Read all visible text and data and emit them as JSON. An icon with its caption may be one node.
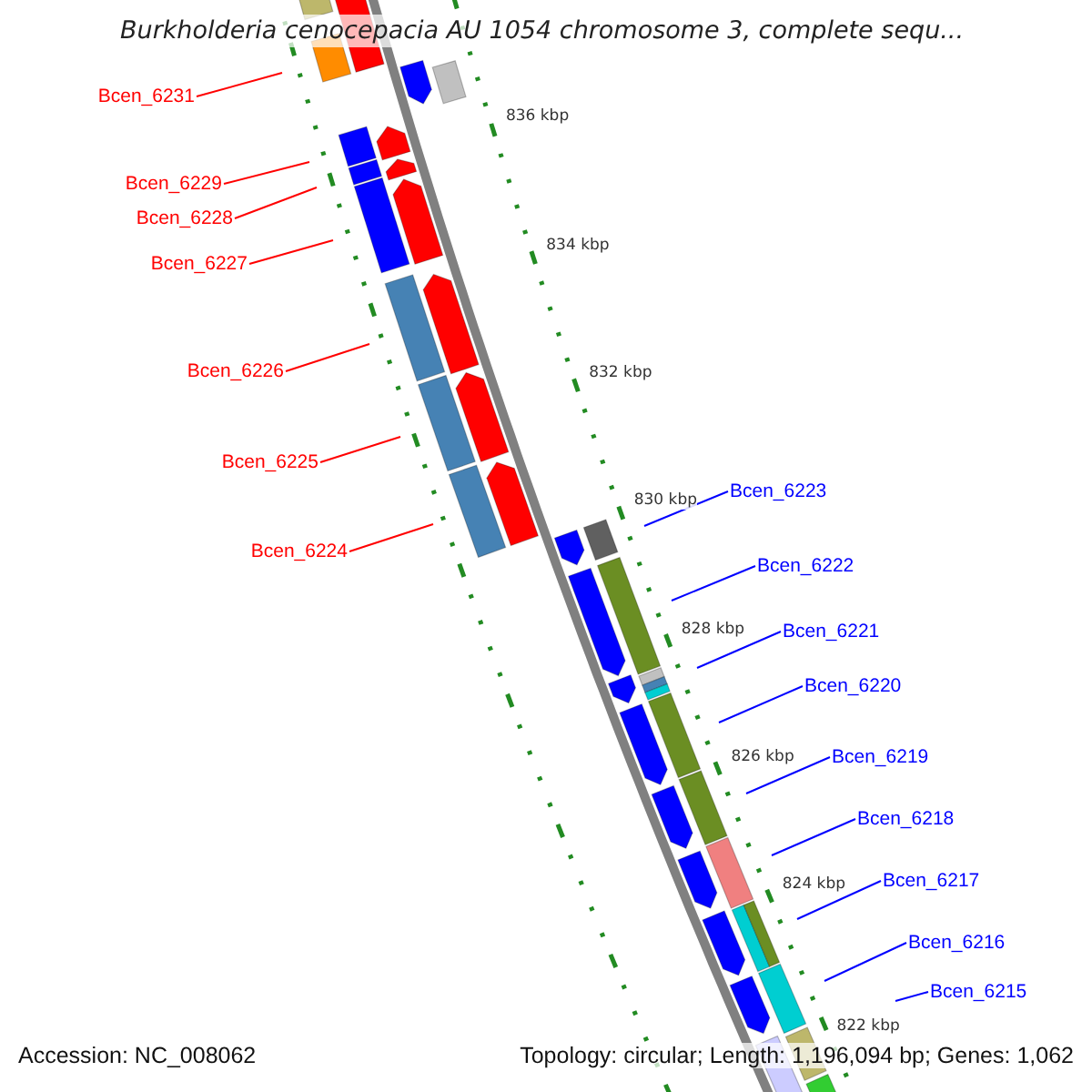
{
  "diagram": {
    "title": "Burkholderia cenocepacia AU 1054 chromosome 3, complete sequ...",
    "nodes": [
      {
        "text": [
          "Bcen_6231"
        ]
      },
      {
        "text": [
          "Bcen_6229"
        ]
      },
      {
        "text": [
          "Bcen_6228"
        ]
      },
      {
        "text": [
          "Bcen_6227"
        ]
      },
      {
        "text": [
          "Bcen_6226"
        ]
      },
      {
        "text": [
          "Bcen_6225"
        ]
      },
      {
        "text": [
          "Bcen_6224"
        ]
      },
      {
        "text": [
          "Bcen_6223"
        ]
      },
      {
        "text": [
          "Bcen_6222"
        ]
      },
      {
        "text": [
          "Bcen_6221"
        ]
      },
      {
        "text": [
          "Bcen_6220"
        ]
      },
      {
        "text": [
          "Bcen_6219"
        ]
      },
      {
        "text": [
          "Bcen_6218"
        ]
      },
      {
        "text": [
          "Bcen_6217"
        ]
      },
      {
        "text": [
          "Bcen_6216"
        ]
      },
      {
        "text": [
          "Bcen_6215"
        ]
      }
    ],
    "edges": [
      {
        "from": 0,
        "to": null,
        "arrow": "none",
        "color": "#ff0000"
      },
      {
        "from": 1,
        "to": null,
        "arrow": "none",
        "color": "#ff0000"
      },
      {
        "from": 2,
        "to": null,
        "arrow": "none",
        "color": "#ff0000"
      },
      {
        "from": 3,
        "to": null,
        "arrow": "none",
        "color": "#ff0000"
      },
      {
        "from": 4,
        "to": null,
        "arrow": "none",
        "color": "#ff0000"
      },
      {
        "from": 5,
        "to": null,
        "arrow": "none",
        "color": "#ff0000"
      },
      {
        "from": 6,
        "to": null,
        "arrow": "none",
        "color": "#ff0000"
      },
      {
        "from": 7,
        "to": null,
        "arrow": "none"
      },
      {
        "from": 8,
        "to": null,
        "arrow": "none"
      },
      {
        "from": 9,
        "to": null,
        "arrow": "none"
      },
      {
        "from": 10,
        "to": null,
        "arrow": "none"
      },
      {
        "from": 11,
        "to": null,
        "arrow": "none"
      },
      {
        "from": 12,
        "to": null,
        "arrow": "none"
      },
      {
        "from": 13,
        "to": null,
        "arrow": "none"
      },
      {
        "from": 14,
        "to": null,
        "arrow": "none"
      },
      {
        "from": 15,
        "to": null,
        "arrow": "none"
      }
    ],
    "labels": [
      "836 kbp",
      "834 kbp",
      "832 kbp",
      "830 kbp",
      "828 kbp",
      "826 kbp",
      "824 kbp",
      "822 kbp",
      "Accession: NC_008062",
      "Topology: circular; Length: 1,196,094 bp; Genes: 1,062"
    ]
  }
}
